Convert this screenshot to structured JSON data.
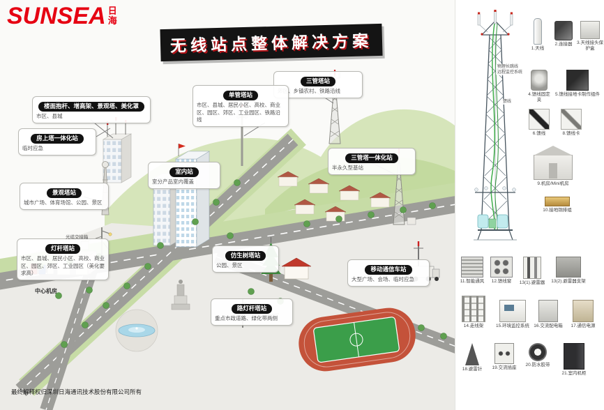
{
  "brand": {
    "name": "SUNSEA",
    "cn_top": "日",
    "cn_bottom": "海"
  },
  "title": "无线站点整体解决方案",
  "footer": "最终解释权归深圳日海通讯技术股份有限公司所有",
  "scene_labels": {
    "center_room": "中心机房",
    "fiber_box": "光缆交接箱"
  },
  "callouts": [
    {
      "title": "楼面抱杆、增高架、景观塔、美化罩",
      "desc": "市区、县城"
    },
    {
      "title": "房上塔一体化站",
      "desc": "临时应急"
    },
    {
      "title": "三管塔站",
      "desc": "郊区、乡镇农村、铁路沿线"
    },
    {
      "title": "单管塔站",
      "desc": "市区、县城、居民小区、高校、商业区、园区、郊区、工业园区、铁路沿线"
    },
    {
      "title": "三管塔一体化站",
      "desc": "半永久型基站"
    },
    {
      "title": "室内站",
      "desc": "室分产品室内覆盖"
    },
    {
      "title": "景观塔站",
      "desc": "城市广场、体育场馆、公园、景区"
    },
    {
      "title": "灯杆塔站",
      "desc": "市区、县城、居民小区、高校、商业区、园区、郊区、工业园区（美化要求高）"
    },
    {
      "title": "仿生树塔站",
      "desc": "公园、景区"
    },
    {
      "title": "移动通信车站",
      "desc": "大型广场、会场、临时应急"
    },
    {
      "title": "路灯杆塔站",
      "desc": "重点市政道路、绿化带两侧"
    }
  ],
  "tower_panel": {
    "label_jumper": "物理长跳线",
    "label_monitor": "远程监控系统",
    "label_feeder": "馈线"
  },
  "equipment": [
    {
      "label": "1.天线"
    },
    {
      "label": "2.连接器"
    },
    {
      "label": "3.天线接头保护盒"
    },
    {
      "label": "4.馈线固定夹"
    },
    {
      "label": "5.馈线接地卡制作组件"
    },
    {
      "label": "6.馈线"
    },
    {
      "label": "8.馈线卡"
    },
    {
      "label": "9.机房/Mini机房"
    },
    {
      "label": "10.接地铜排组"
    },
    {
      "label": "11.智能通风"
    },
    {
      "label": "12.馈线窗"
    },
    {
      "label": "13(1).避雷器"
    },
    {
      "label": "13(2).避雷器支架"
    },
    {
      "label": "14.走线架"
    },
    {
      "label": "15.环境监控系统"
    },
    {
      "label": "16.交流配电箱"
    },
    {
      "label": "17.通信电源"
    },
    {
      "label": "18.避雷针"
    },
    {
      "label": "19.交流插座"
    },
    {
      "label": "20.防水胶带"
    },
    {
      "label": "21.室内机柜"
    }
  ],
  "colors": {
    "brand_red": "#e60012",
    "banner_black": "#141414",
    "title_shadow_red": "#b31217",
    "hill_green": "#d6e5ba",
    "road_gray": "#9d9d99",
    "field_green": "#3b9e4a",
    "track_red": "#c4523a",
    "cable_green": "#3fae4a"
  }
}
